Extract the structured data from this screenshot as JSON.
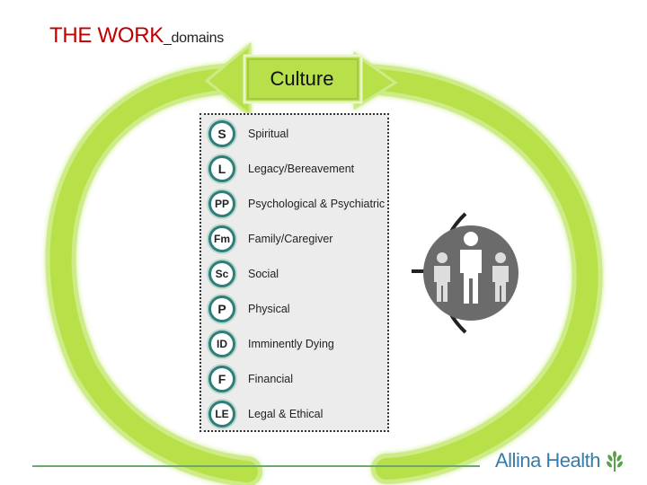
{
  "header": {
    "title_main": "THE WORK",
    "title_sub": "_domains"
  },
  "diagram": {
    "center_label": "Culture",
    "domains": [
      {
        "abbr": "S",
        "label": "Spiritual"
      },
      {
        "abbr": "L",
        "label": "Legacy/Bereavement"
      },
      {
        "abbr": "PP",
        "label": "Psychological & Psychiatric"
      },
      {
        "abbr": "Fm",
        "label": "Family/Caregiver"
      },
      {
        "abbr": "Sc",
        "label": "Social"
      },
      {
        "abbr": "P",
        "label": "Physical"
      },
      {
        "abbr": "ID",
        "label": "Imminently Dying"
      },
      {
        "abbr": "F",
        "label": "Financial"
      },
      {
        "abbr": "LE",
        "label": "Legal & Ethical"
      }
    ],
    "icon": "people-group-icon"
  },
  "footer": {
    "logo_text": "Allina Health",
    "logo_icon": "wheat-icon"
  },
  "colors": {
    "title_red": "#c00000",
    "arrow_green": "#b7e04a",
    "badge_teal": "#2f7d7d",
    "panel_gray": "#ececec",
    "people_gray": "#6b6b6b",
    "brand_blue": "#3a7ba8",
    "logo_green": "#5aa04a"
  }
}
